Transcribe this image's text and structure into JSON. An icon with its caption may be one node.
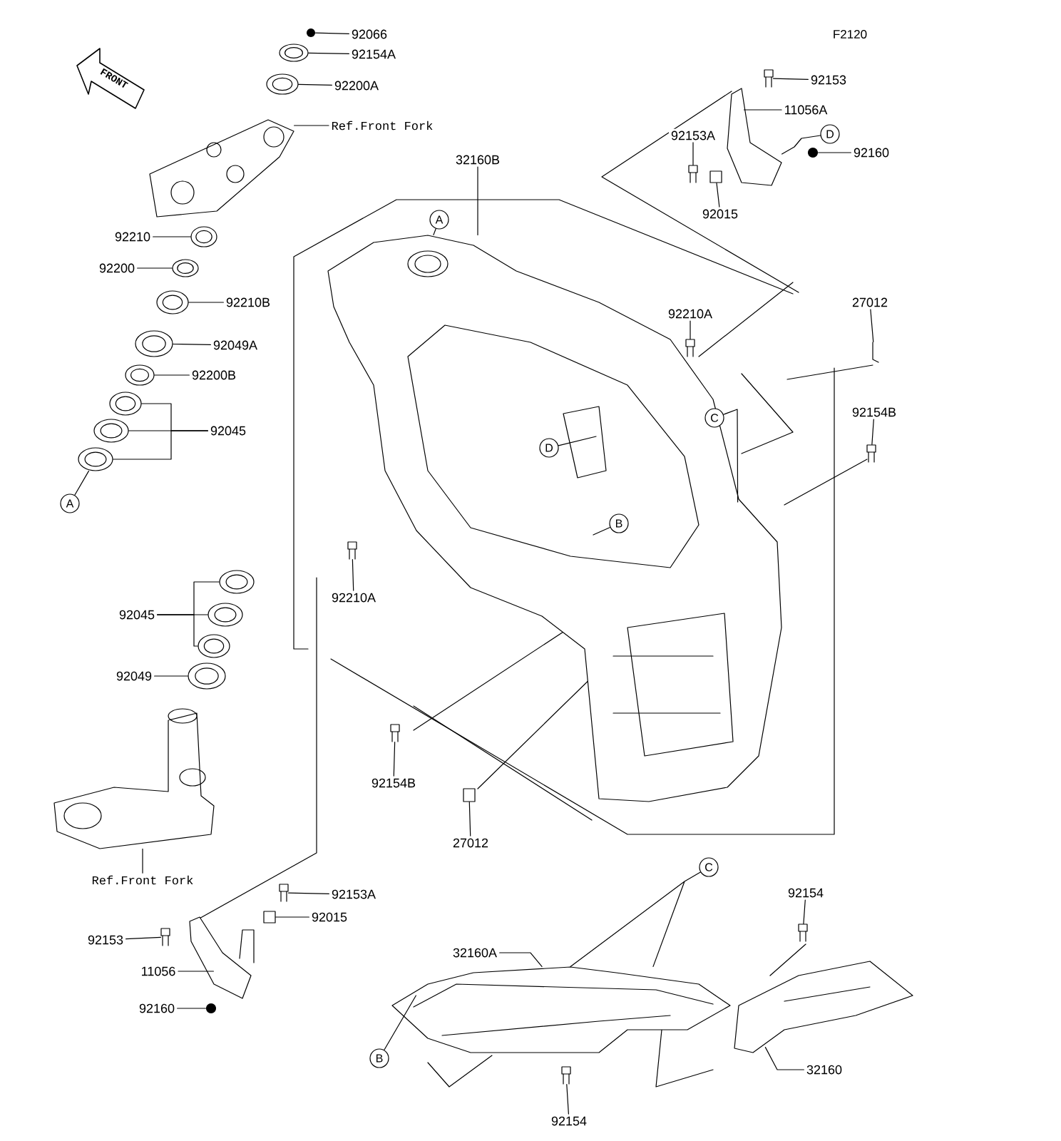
{
  "diagram": {
    "nodes": [
      {
        "text": [
          "92066"
        ]
      },
      {
        "text": [
          "92154A"
        ]
      },
      {
        "text": [
          "92200A"
        ]
      },
      {
        "text": [
          "Ref.Front Fork"
        ]
      },
      {
        "text": [
          "32160B"
        ]
      },
      {
        "text": [
          "92153"
        ]
      },
      {
        "text": [
          "11056A"
        ]
      },
      {
        "text": [
          "92153A"
        ]
      },
      {
        "text": [
          "D"
        ]
      },
      {
        "text": [
          "92160"
        ]
      },
      {
        "text": [
          "92015"
        ]
      },
      {
        "text": [
          "A"
        ]
      },
      {
        "text": [
          "92210"
        ]
      },
      {
        "text": [
          "92200"
        ]
      },
      {
        "text": [
          "92210B"
        ]
      },
      {
        "text": [
          "92049A"
        ]
      },
      {
        "text": [
          "92200B"
        ]
      },
      {
        "text": [
          "92045"
        ]
      },
      {
        "text": [
          "A"
        ]
      },
      {
        "text": [
          "92210A"
        ],
        "in": 46
      },
      {
        "text": [
          "27012"
        ]
      },
      {
        "text": [
          "92154B"
        ]
      },
      {
        "text": [
          "C"
        ],
        "in": 46
      },
      {
        "text": [
          "D"
        ],
        "in": 46
      },
      {
        "text": [
          "B"
        ],
        "in": 46
      },
      {
        "text": [
          "92045"
        ]
      },
      {
        "text": [
          "92049"
        ]
      },
      {
        "text": [
          "92210A"
        ],
        "in": 46
      },
      {
        "text": [
          "92154B"
        ],
        "in": 46
      },
      {
        "text": [
          "27012"
        ]
      },
      {
        "text": [
          "Ref.Front Fork"
        ]
      },
      {
        "text": [
          "92153A"
        ]
      },
      {
        "text": [
          "92015"
        ]
      },
      {
        "text": [
          "92153"
        ]
      },
      {
        "text": [
          "11056"
        ]
      },
      {
        "text": [
          "92160"
        ]
      },
      {
        "text": [
          "C"
        ]
      },
      {
        "text": [
          "92154"
        ]
      },
      {
        "text": [
          "32160A"
        ]
      },
      {
        "text": [
          "B"
        ]
      },
      {
        "text": [
          "32160"
        ]
      },
      {
        "text": [
          "92154"
        ]
      },
      {
        "text": [],
        "shape": "circle"
      },
      {
        "text": [],
        "shape": "picture"
      },
      {
        "text": [],
        "shape": "picture"
      },
      {
        "text": [],
        "shape": "picture"
      },
      {
        "text": [],
        "shape": "picture"
      },
      {
        "text": [],
        "shape": "picture"
      },
      {
        "text": [],
        "shape": "picture"
      },
      {
        "text": [],
        "shape": "picture"
      },
      {
        "text": [],
        "shape": "circle"
      },
      {
        "text": [],
        "shape": "box"
      },
      {
        "text": [],
        "shape": "picture"
      },
      {
        "text": [],
        "shape": "picture"
      },
      {
        "text": [],
        "shape": "picture"
      },
      {
        "text": [],
        "shape": "picture"
      },
      {
        "text": [],
        "shape": "picture"
      },
      {
        "text": [],
        "shape": "picture"
      },
      {
        "text": [],
        "shape": "picture"
      },
      {
        "text": [],
        "shape": "picture"
      },
      {
        "text": [],
        "shape": "picture",
        "in": 46
      },
      {
        "text": [],
        "shape": "picture"
      },
      {
        "text": [],
        "shape": "picture"
      },
      {
        "text": [],
        "shape": "picture"
      },
      {
        "text": [],
        "shape": "picture"
      },
      {
        "text": [],
        "shape": "picture"
      },
      {
        "text": [],
        "shape": "picture"
      },
      {
        "text": [],
        "shape": "picture",
        "in": 46
      },
      {
        "text": [],
        "shape": "picture",
        "in": 46
      },
      {
        "text": [],
        "shape": "box",
        "in": 46
      },
      {
        "text": [],
        "shape": "picture"
      },
      {
        "text": [],
        "shape": "picture"
      },
      {
        "text": [],
        "shape": "box"
      },
      {
        "text": [],
        "shape": "picture"
      },
      {
        "text": [],
        "shape": "picture"
      },
      {
        "text": [],
        "shape": "circle"
      },
      {
        "text": [],
        "shape": "picture"
      },
      {
        "text": [],
        "shape": "picture"
      },
      {
        "text": [],
        "shape": "picture"
      },
      {
        "text": [],
        "shape": "picture"
      }
    ],
    "edges": [
      {
        "from": 0,
        "to": 42,
        "arrow": "none"
      },
      {
        "from": 1,
        "to": 43,
        "arrow": "none"
      },
      {
        "from": 2,
        "to": 44,
        "arrow": "none"
      },
      {
        "from": 3,
        "to": 45,
        "arrow": "none"
      },
      {
        "from": 4,
        "to": 46,
        "arrow": "none"
      },
      {
        "from": 5,
        "to": 47,
        "arrow": "none"
      },
      {
        "from": 6,
        "to": 48,
        "arrow": "none"
      },
      {
        "from": 7,
        "to": 49,
        "arrow": "none"
      },
      {
        "from": 8,
        "to": 48,
        "arrow": "none"
      },
      {
        "from": 9,
        "to": 50,
        "arrow": "none"
      },
      {
        "from": 10,
        "to": 51,
        "arrow": "none"
      },
      {
        "from": 11,
        "to": 46,
        "arrow": "none"
      },
      {
        "from": 12,
        "to": 52,
        "arrow": "none"
      },
      {
        "from": 13,
        "to": 53,
        "arrow": "none"
      },
      {
        "from": 14,
        "to": 54,
        "arrow": "none"
      },
      {
        "from": 15,
        "to": 55,
        "arrow": "none"
      },
      {
        "from": 16,
        "to": 56,
        "arrow": "none"
      },
      {
        "from": 17,
        "to": 57,
        "arrow": "none"
      },
      {
        "from": 17,
        "to": 58,
        "arrow": "none"
      },
      {
        "from": 17,
        "to": 59,
        "arrow": "none"
      },
      {
        "from": 18,
        "to": 59,
        "arrow": "none"
      },
      {
        "from": 19,
        "to": 60,
        "arrow": "none"
      },
      {
        "from": 20,
        "to": 61,
        "arrow": "none"
      },
      {
        "from": 21,
        "to": 62,
        "arrow": "none"
      },
      {
        "from": 22,
        "to": 46,
        "arrow": "none"
      },
      {
        "from": 23,
        "to": 46,
        "arrow": "none"
      },
      {
        "from": 24,
        "to": 46,
        "arrow": "none"
      },
      {
        "from": 25,
        "to": 63,
        "arrow": "none"
      },
      {
        "from": 25,
        "to": 64,
        "arrow": "none"
      },
      {
        "from": 25,
        "to": 65,
        "arrow": "none"
      },
      {
        "from": 26,
        "to": 66,
        "arrow": "none"
      },
      {
        "from": 27,
        "to": 67,
        "arrow": "none"
      },
      {
        "from": 28,
        "to": 68,
        "arrow": "none"
      },
      {
        "from": 29,
        "to": 69,
        "arrow": "none"
      },
      {
        "from": 30,
        "to": 70,
        "arrow": "none"
      },
      {
        "from": 31,
        "to": 71,
        "arrow": "none"
      },
      {
        "from": 32,
        "to": 72,
        "arrow": "none"
      },
      {
        "from": 33,
        "to": 73,
        "arrow": "none"
      },
      {
        "from": 34,
        "to": 74,
        "arrow": "none"
      },
      {
        "from": 35,
        "to": 75,
        "arrow": "none"
      },
      {
        "from": 36,
        "to": 76,
        "arrow": "none"
      },
      {
        "from": 37,
        "to": 77,
        "arrow": "none"
      },
      {
        "from": 38,
        "to": 76,
        "arrow": "none"
      },
      {
        "from": 39,
        "to": 76,
        "arrow": "none"
      },
      {
        "from": 40,
        "to": 78,
        "arrow": "none"
      },
      {
        "from": 41,
        "to": 79,
        "arrow": "none"
      }
    ],
    "labels": [
      "F2120",
      "FRONT"
    ]
  }
}
